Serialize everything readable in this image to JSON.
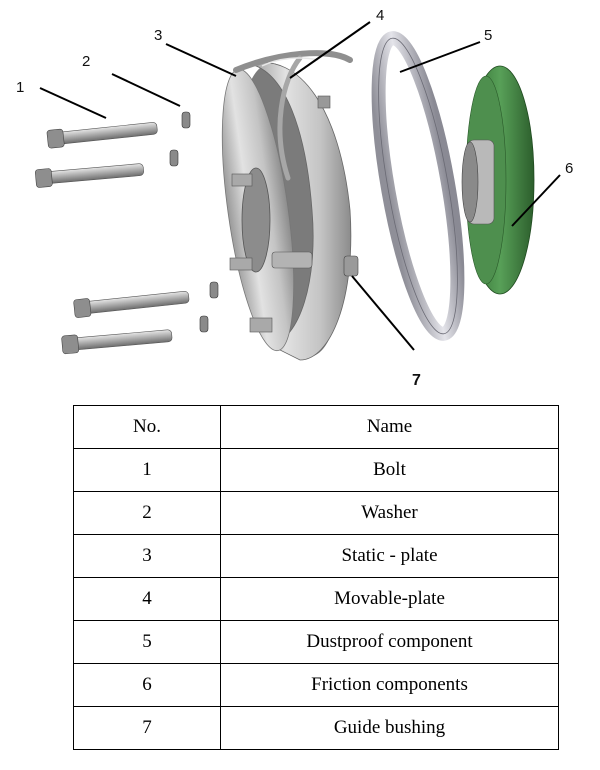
{
  "callouts": [
    "1",
    "2",
    "3",
    "4",
    "5",
    "6",
    "7"
  ],
  "table": {
    "headers": [
      "No.",
      "Name"
    ],
    "rows": [
      [
        "1",
        "Bolt"
      ],
      [
        "2",
        "Washer"
      ],
      [
        "3",
        "Static - plate"
      ],
      [
        "4",
        "Movable-plate"
      ],
      [
        "5",
        "Dustproof component"
      ],
      [
        "6",
        "Friction components"
      ],
      [
        "7",
        "Guide bushing"
      ]
    ]
  },
  "colors": {
    "friction_disc": "#3f7a3f",
    "metal": "#c9c9c9",
    "line": "#000000"
  }
}
